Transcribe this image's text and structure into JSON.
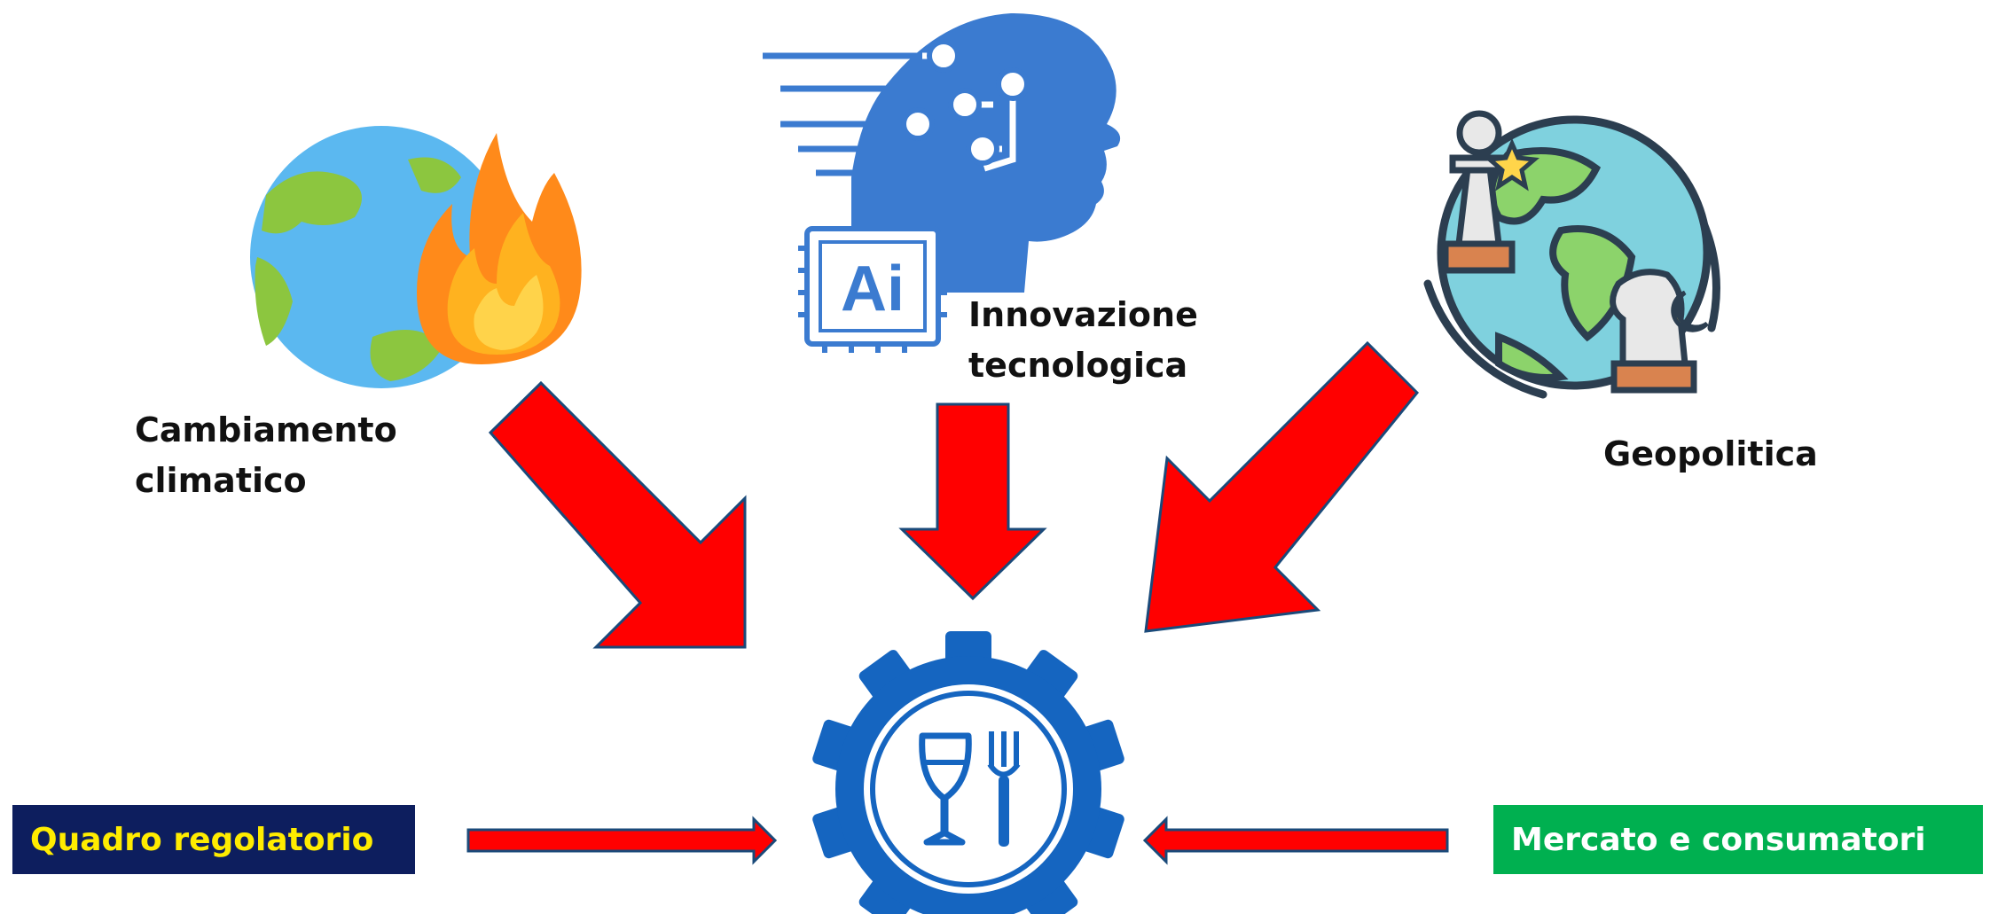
{
  "labels": {
    "climate": "Cambiamento climatico",
    "innovation": "Innovazione tecnologica",
    "geopolitics": "Geopolitica"
  },
  "boxes": {
    "regulatory": {
      "text": "Quadro regolatorio",
      "bg": "#0d1e5e",
      "fg": "#ffec00"
    },
    "market": {
      "text": "Mercato e consumatori",
      "bg": "#00b050",
      "fg": "#ffffff"
    }
  },
  "icons": {
    "top_left": "burning-earth-icon",
    "top_center": "ai-head-icon",
    "top_right": "geopolitics-globe-icon",
    "center": "food-gear-icon"
  },
  "chip_text": "Ai",
  "colors": {
    "arrow": "#ff0000",
    "arrow_stroke": "#1a4a7a",
    "gear": "#1565c0",
    "ai_blue": "#3b7bd0"
  }
}
